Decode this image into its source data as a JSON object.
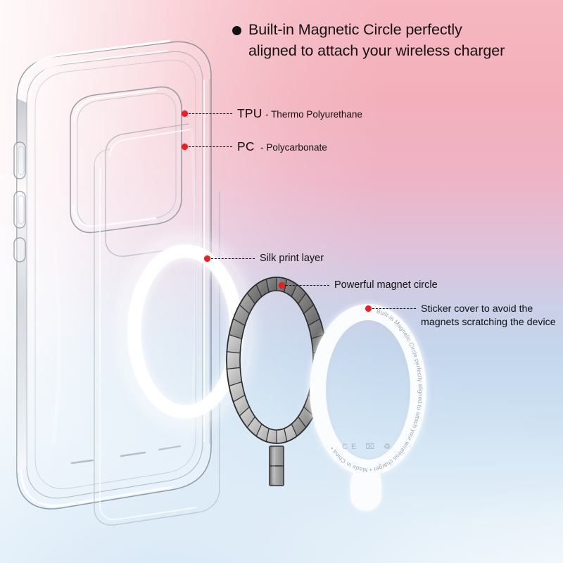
{
  "headline": {
    "bullet": "bullet-dot",
    "line1": "Built-in Magnetic Circle perfectly",
    "line2": "aligned to attach your wireless charger",
    "full": "Built-in Magnetic Circle perfectly aligned to attach your wireless charger"
  },
  "callouts": [
    {
      "id": "tpu",
      "title": "TPU",
      "desc": "- Thermo Polyurethane",
      "marker": "red-dot-marker"
    },
    {
      "id": "pc",
      "title": "PC",
      "desc": "- Polycarbonate",
      "marker": "red-dot-marker"
    },
    {
      "id": "silk-print-layer",
      "title": "Silk print layer",
      "desc": "",
      "marker": "red-dot-marker"
    },
    {
      "id": "powerful-magnet-circle",
      "title": "Powerful magnet circle",
      "desc": "",
      "marker": "red-dot-marker"
    },
    {
      "id": "sticker-cover",
      "title": "Sticker cover to avoid the",
      "desc": "magnets scratching the device",
      "marker": "red-dot-marker"
    }
  ],
  "sticker_ring": {
    "curved_text": "Built-in Magnetic Circle perfectly aligned to attach your wireless charger • Made in China •",
    "certifications": "CE ⌧ ♻",
    "cert_symbols": [
      "ce-mark",
      "weee-crossed-bin-icon",
      "recycling-triangle-icon"
    ]
  },
  "product": {
    "case_label": "clear-phone-case",
    "camera_cutout_label": "camera-cutout",
    "button_cutouts": 3,
    "magnet_segments": 30,
    "align_bar_segments": 2
  },
  "colors": {
    "marker_red": "#ee1c25",
    "text_black": "#101010",
    "bg_top": "#f6b7c1",
    "bg_mid": "#cbcfe6",
    "bg_bottom": "#f7fbfd",
    "silk_white": "#ffffff",
    "magnet_gray_light": "#c8c8c8",
    "magnet_gray_dark": "#6e6e6e",
    "sticker_white": "#fbfcfd"
  }
}
